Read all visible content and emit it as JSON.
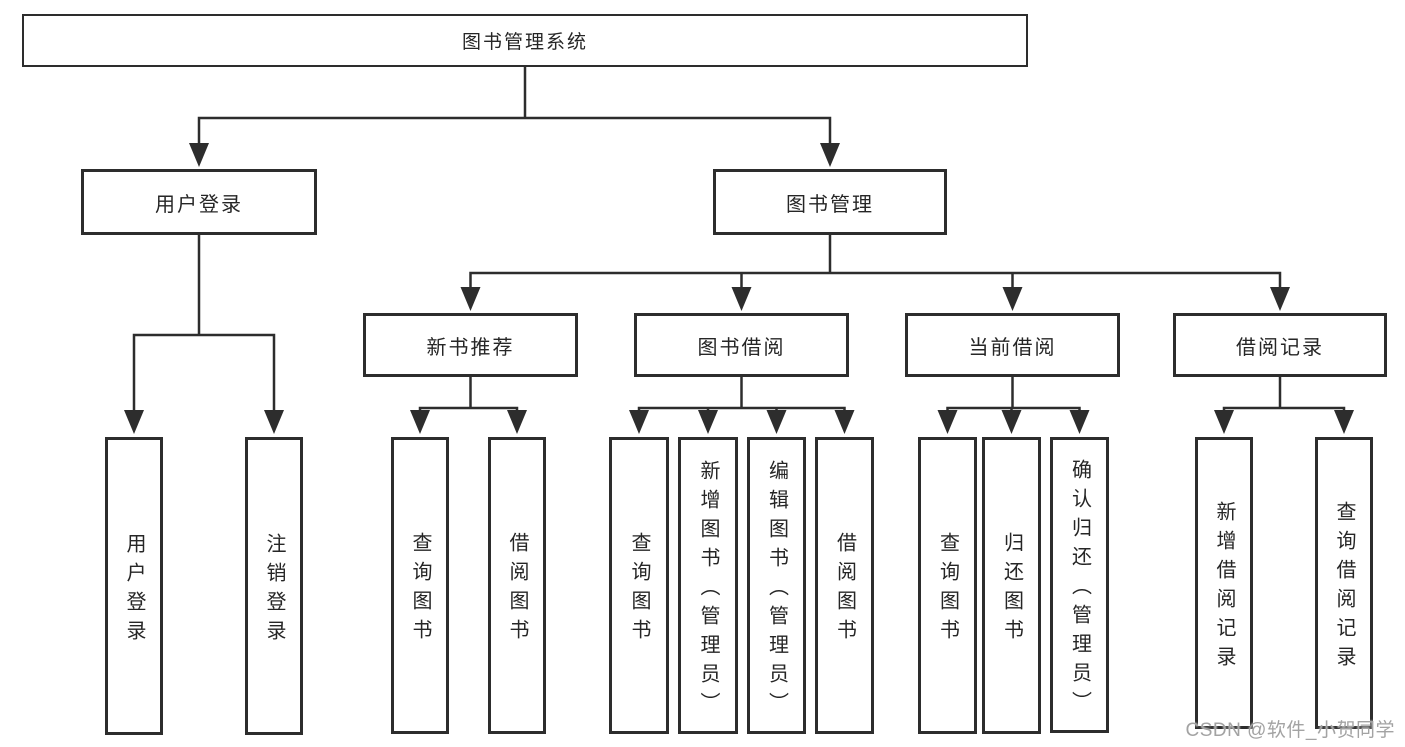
{
  "diagram": {
    "nodes": {
      "root": "图书管理系统",
      "user_login": "用户登录",
      "book_mgmt": "图书管理",
      "new_book_rec": "新书推荐",
      "book_borrow": "图书借阅",
      "current_borrow": "当前借阅",
      "borrow_record": "借阅记录",
      "user_login_children": [
        "用户登录",
        "注销登录"
      ],
      "new_book_children": [
        "查询图书",
        "借阅图书"
      ],
      "book_borrow_children": [
        "查询图书",
        "新增图书（管理员）",
        "编辑图书（管理员）",
        "借阅图书"
      ],
      "current_borrow_children": [
        "查询图书",
        "归还图书",
        "确认归还（管理员）"
      ],
      "borrow_record_children": [
        "新增借阅记录",
        "查询借阅记录"
      ]
    },
    "colors": {
      "line": "#2d2d2d",
      "border": "#2d2d2d",
      "text": "#262626",
      "background": "#ffffff",
      "watermark": "#a3a3a3"
    },
    "watermark": "CSDN @软件_小贺同学"
  }
}
